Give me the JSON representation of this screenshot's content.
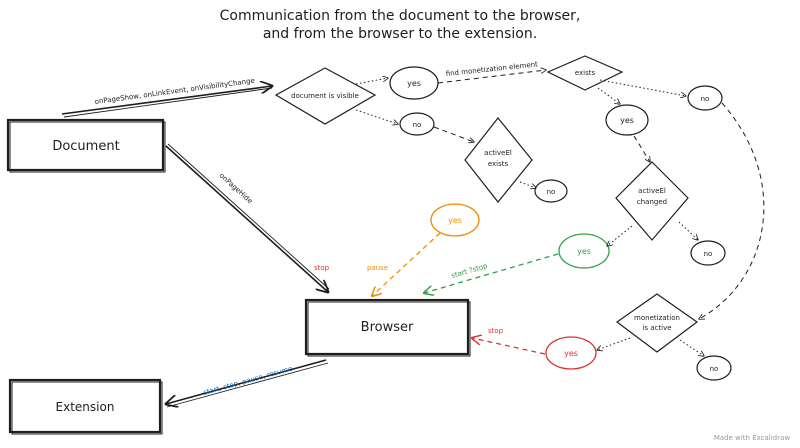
{
  "diagram": {
    "title_line1": "Communication from the document to the browser,",
    "title_line2": "and from the browser to the extension.",
    "watermark": "Made with Excalidraw",
    "colors": {
      "ink": "#1e1e1e",
      "orange": "#f08c00",
      "green": "#2f9e44",
      "red": "#e03131",
      "blue": "#1971c2"
    },
    "nodes": {
      "document": "Document",
      "browser": "Browser",
      "extension": "Extension",
      "doc_visible": "document is visible",
      "exists": "exists",
      "active_el_exists": [
        "activeEl",
        "exists"
      ],
      "active_el_changed": [
        "activeEl",
        "changed"
      ],
      "monetization_active": [
        "monetization",
        "is active"
      ],
      "yes_top": "yes",
      "no_top_left": "no",
      "yes_under_exists": "yes",
      "no_right_of_exists": "no",
      "no_right_of_active_exists": "no",
      "yes_orange": "yes",
      "no_right_of_changed": "no",
      "yes_green": "yes",
      "yes_red": "yes",
      "no_under_monetization": "no"
    },
    "edge_labels": {
      "events": "onPageShow, onLinkEvent, onVisibilityChange",
      "on_page_hide": "onPageHide",
      "find_monetization": "find monetization element",
      "stop_doc": "stop",
      "pause": "pause",
      "start_stop": "start ?stop",
      "stop_red": "stop",
      "to_extension": "start, stop, pause, resume"
    }
  }
}
